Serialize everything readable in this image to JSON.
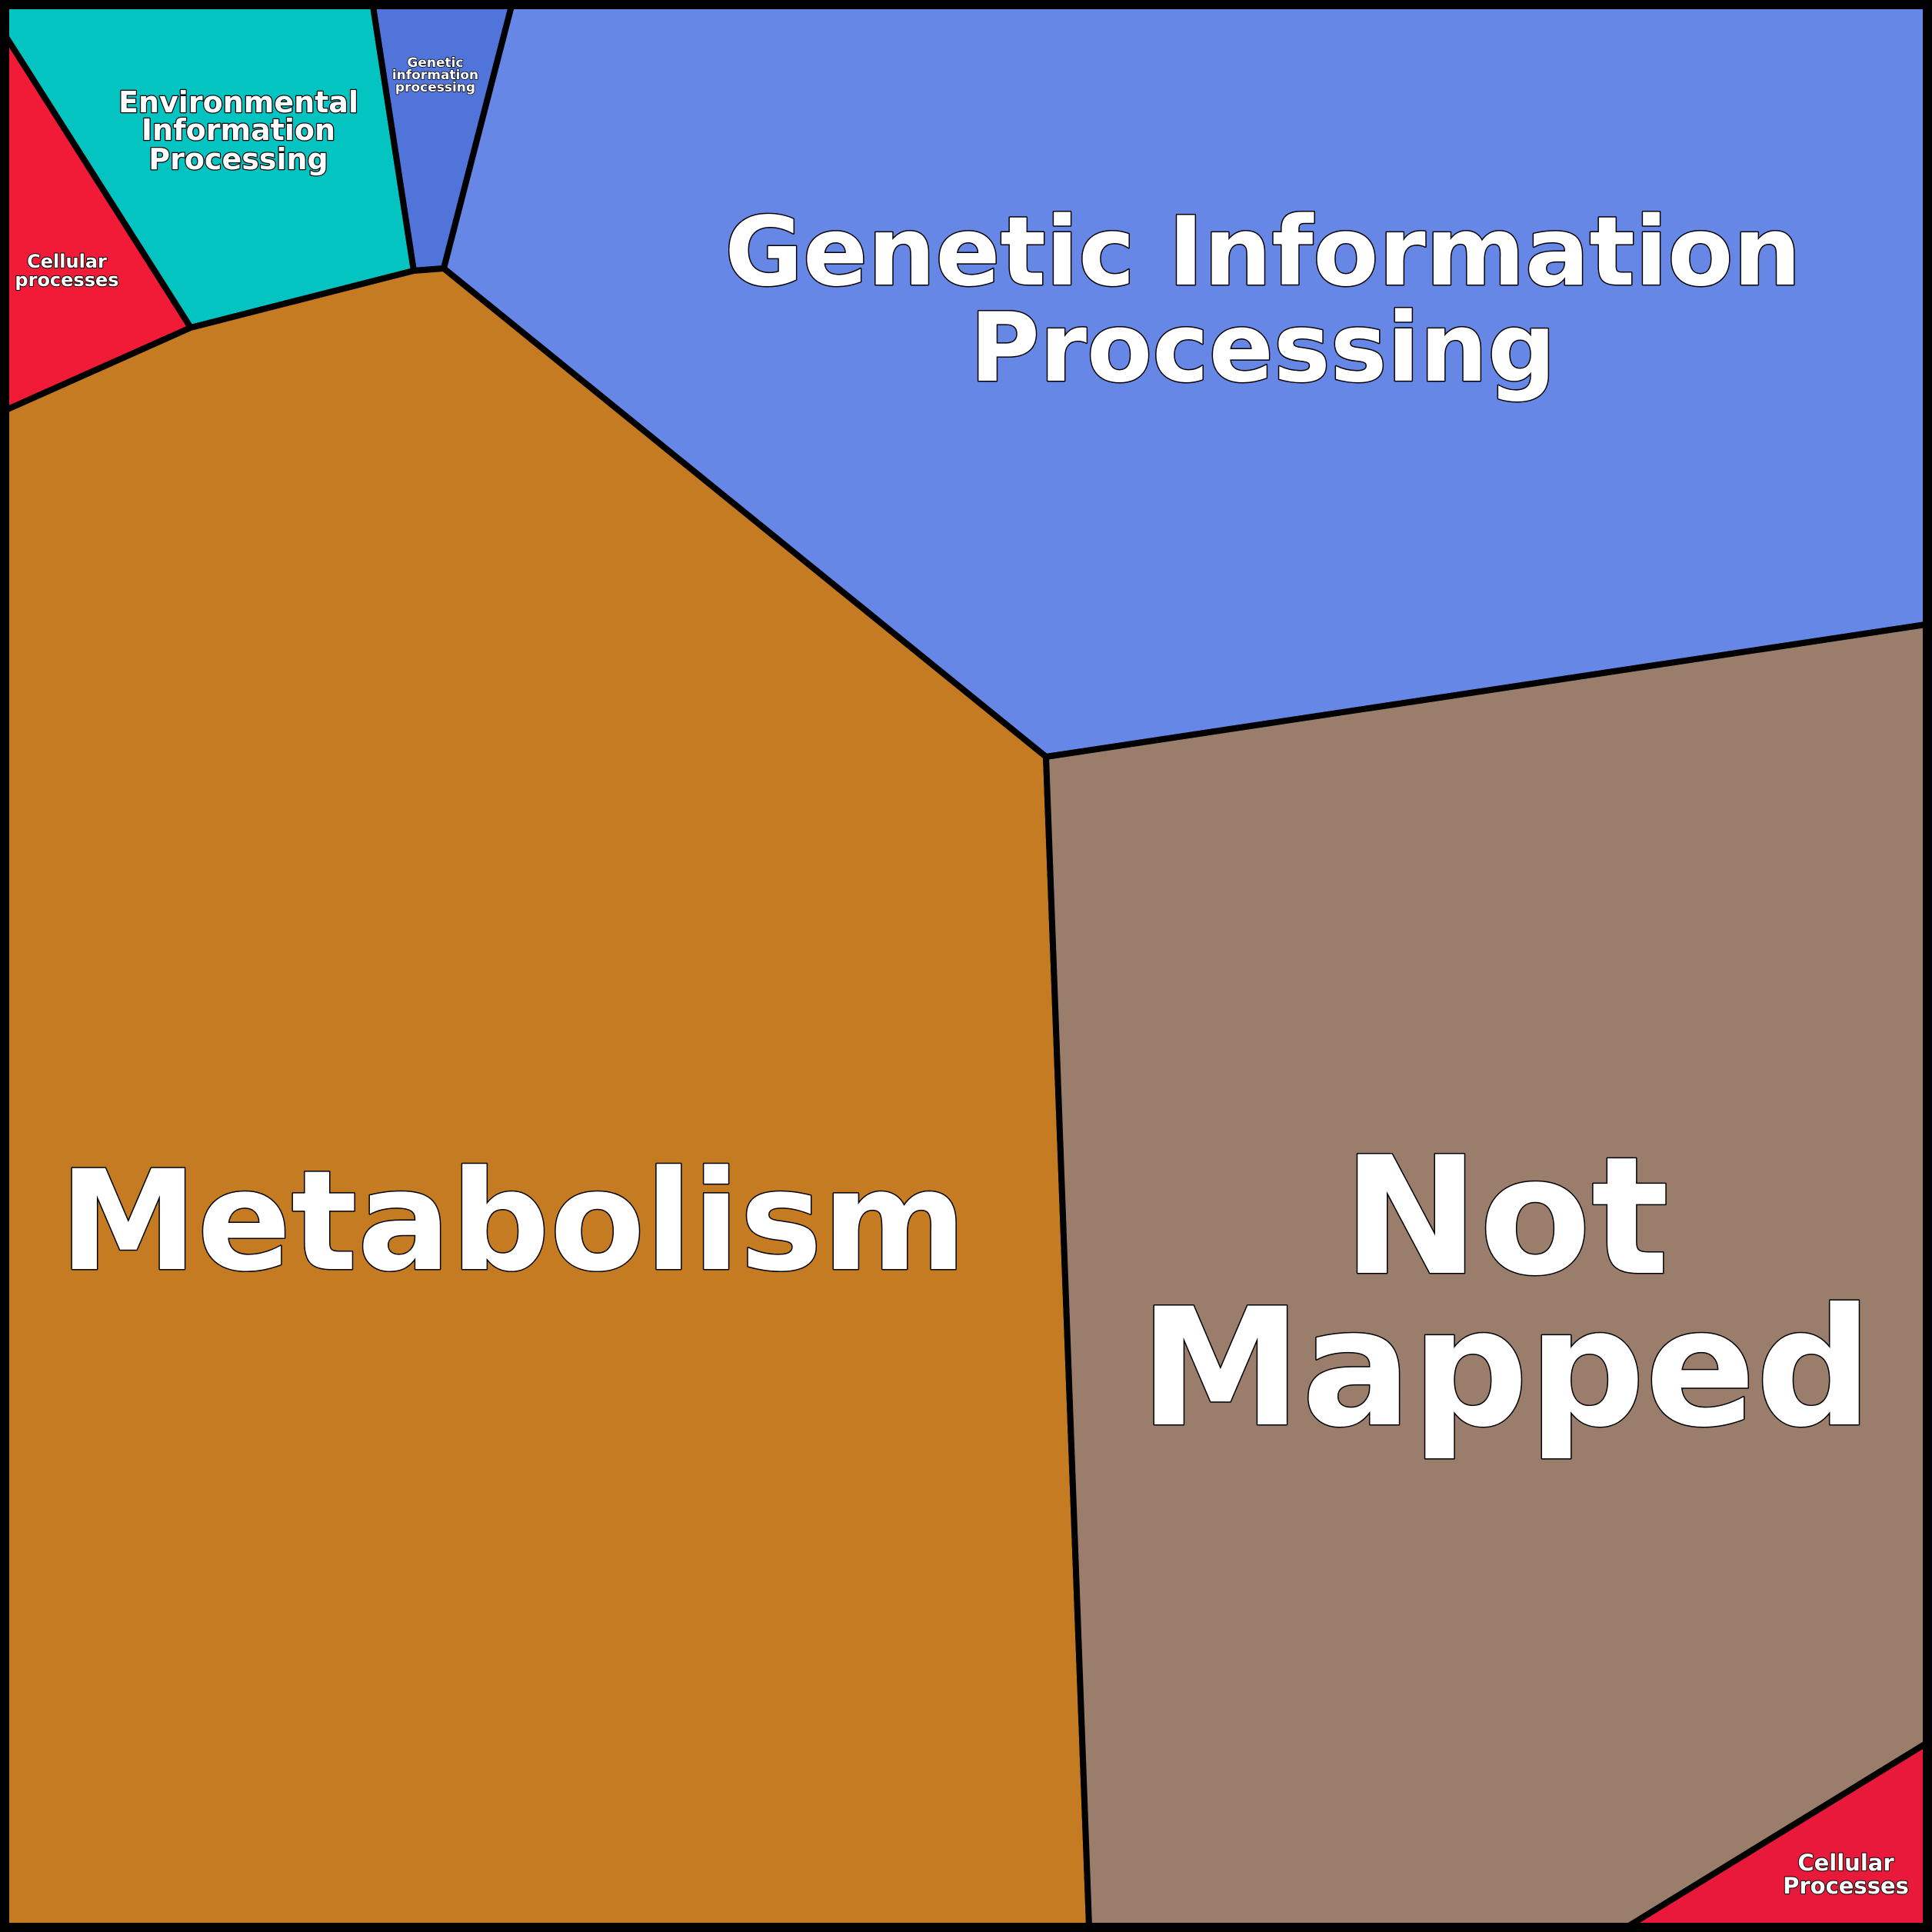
{
  "chart_data": {
    "type": "treemap",
    "title": "",
    "cells": [
      {
        "id": "cellular-processes-tl",
        "label": [
          "Cellular",
          "processes"
        ],
        "color": "#f21b37",
        "area_percent": 1.5
      },
      {
        "id": "environmental-information-processing",
        "label": [
          "Environmental",
          "Information",
          "Processing"
        ],
        "color": "#04c4c2",
        "area_percent": 3.6
      },
      {
        "id": "genetic-information-processing-small",
        "label": [
          "Genetic",
          "information",
          "processing"
        ],
        "color": "#5174da",
        "area_percent": 0.9
      },
      {
        "id": "genetic-information-processing",
        "label": [
          "Genetic Information",
          "Processing"
        ],
        "color": "#6687e6",
        "area_percent": 21.5
      },
      {
        "id": "metabolism",
        "label": [
          "Metabolism"
        ],
        "color": "#c47b22",
        "area_percent": 44.5
      },
      {
        "id": "not-mapped",
        "label": [
          "Not",
          "Mapped"
        ],
        "color": "#9b7d6b",
        "area_percent": 26.5
      },
      {
        "id": "cellular-processes-br",
        "label": [
          "Cellular",
          "Processes"
        ],
        "color": "#e8193a",
        "area_percent": 1.5
      }
    ]
  }
}
